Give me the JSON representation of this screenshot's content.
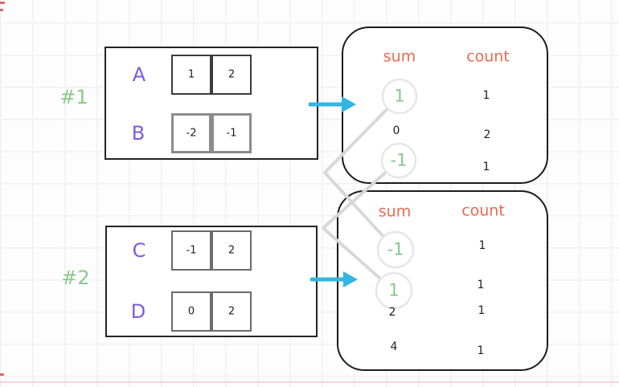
{
  "groups": [
    {
      "id_label": "#1",
      "arrays": [
        {
          "name": "A",
          "values": [
            "1",
            "2"
          ]
        },
        {
          "name": "B",
          "values": [
            "-2",
            "-1"
          ]
        }
      ]
    },
    {
      "id_label": "#2",
      "arrays": [
        {
          "name": "C",
          "values": [
            "-1",
            "2"
          ]
        },
        {
          "name": "D",
          "values": [
            "0",
            "2"
          ]
        }
      ]
    }
  ],
  "sum_tables": [
    {
      "sum_header": "sum",
      "count_header": "count",
      "rows": [
        {
          "sum": "1",
          "count": "1",
          "highlighted": true
        },
        {
          "sum": "0",
          "count": "2",
          "highlighted": false
        },
        {
          "sum": "-1",
          "count": "1",
          "highlighted": true
        }
      ]
    },
    {
      "sum_header": "sum",
      "count_header": "count",
      "rows": [
        {
          "sum": "-1",
          "count": "1",
          "highlighted": true
        },
        {
          "sum": "1",
          "count": "1",
          "highlighted": true
        },
        {
          "sum": "2",
          "count": "1",
          "highlighted": false
        },
        {
          "sum": "4",
          "count": "1",
          "highlighted": false
        }
      ]
    }
  ],
  "connections": [
    {
      "from": "table-1 sum 1",
      "to": "table-2 sum -1"
    },
    {
      "from": "table-1 sum -1",
      "to": "table-2 sum 1"
    }
  ],
  "colors": {
    "group_label": "#8cc98c",
    "array_name": "#7a5be0",
    "header": "#ec6a4d",
    "highlight": "#85c785",
    "arrow": "#31b5e2",
    "connector": "#d8d8d8"
  }
}
